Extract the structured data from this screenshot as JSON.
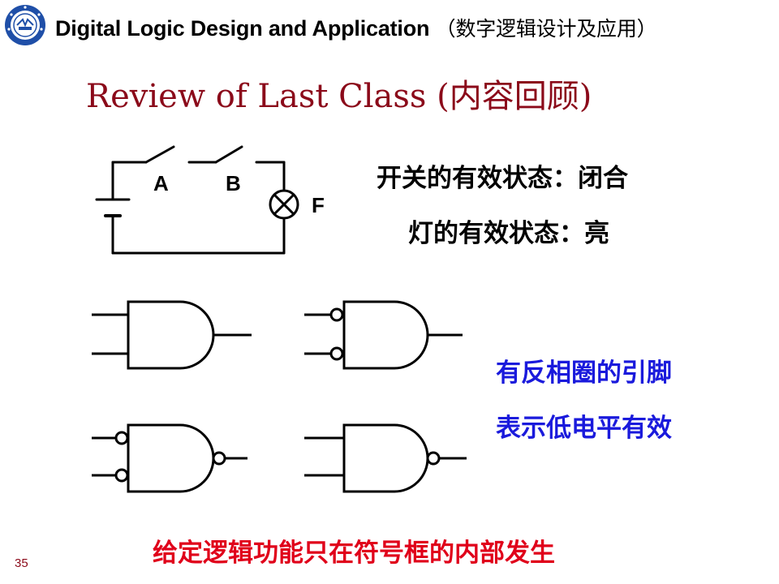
{
  "header": {
    "title": "Digital Logic Design and Application",
    "subtitle": "（数字逻辑设计及应用）"
  },
  "slide": {
    "title": "Review of Last Class (内容回顾)",
    "number": "35"
  },
  "circuit": {
    "switch_a_label": "A",
    "switch_b_label": "B",
    "lamp_label": "F"
  },
  "notes": {
    "switch_active": "开关的有效状态：闭合",
    "lamp_active": "灯的有效状态：亮",
    "bubble_line1": "有反相圈的引脚",
    "bubble_line2": "表示低电平有效",
    "conclusion": "给定逻辑功能只在符号框的内部发生"
  },
  "colors": {
    "title": "#8b0a1a",
    "blue_text": "#1a1adc",
    "red_text": "#e0001a",
    "logo": "#1f4fa8"
  },
  "icons": {
    "logo": "university-seal-icon",
    "lamp": "lamp-icon",
    "battery": "battery-icon"
  }
}
